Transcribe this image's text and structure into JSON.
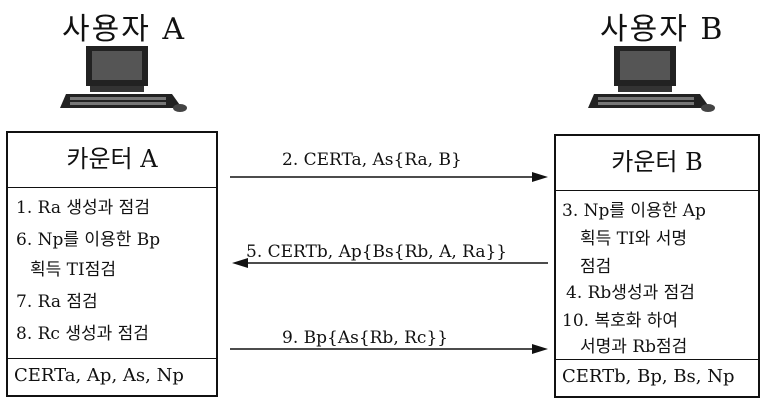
{
  "users": {
    "a": {
      "title": "사용자 A",
      "counter_title": "카운터 A",
      "footer": "CERTa, Ap, As, Np",
      "steps": [
        "1. Ra 생성과 점검",
        "6. Np를 이용한 Bp",
        "획득 TI점검",
        "7. Ra 점검",
        "8. Rc 생성과 점검"
      ]
    },
    "b": {
      "title": "사용자 B",
      "counter_title": "카운터 B",
      "footer": "CERTb, Bp, Bs, Np",
      "steps": [
        "3. Np를 이용한 Ap",
        "획득 TI와 서명",
        "점검",
        "4. Rb생성과 점검",
        "10. 복호화 하여",
        "서명과 Rb점검"
      ]
    }
  },
  "messages": [
    {
      "label": "2. CERTa, As{Ra, B}",
      "direction": "a-to-b"
    },
    {
      "label": "5. CERTb, Ap{Bs{Rb, A, Ra}}",
      "direction": "b-to-a"
    },
    {
      "label": "9. Bp{As{Rb, Rc}}",
      "direction": "a-to-b"
    }
  ]
}
